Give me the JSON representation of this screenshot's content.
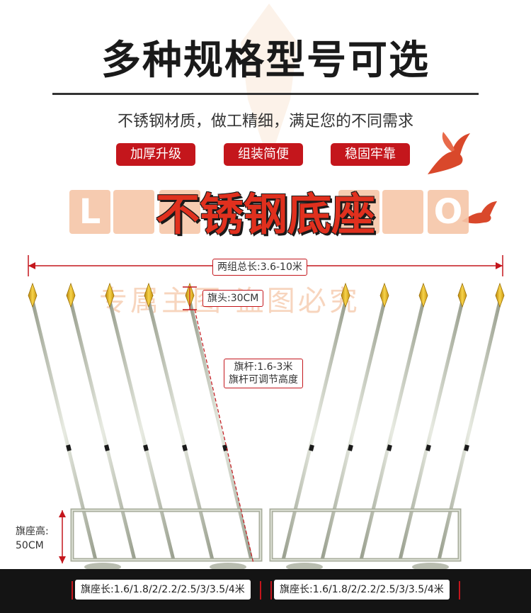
{
  "title": "多种规格型号可选",
  "subtitle": "不锈钢材质，做工精细，满足您的不同需求",
  "tags": [
    "加厚升级",
    "组装简便",
    "稳固牢靠"
  ],
  "headline": "不锈钢底座",
  "watermark_letters": [
    "L",
    "O"
  ],
  "watermark_text": "专属主图 盗图必究",
  "total_length_label": "两组总长:3.6-10米",
  "flag_head_label": "旗头:30CM",
  "pole_label_line1": "旗杆:1.6-3米",
  "pole_label_line2": "旗杆可调节高度",
  "base_height_line1": "旗座高:",
  "base_height_line2": "50CM",
  "base_length_left": "旗座长:1.6/1.8/2/2.2/2.5/3/3.5/4米",
  "base_length_right": "旗座长:1.6/1.8/2/2.2/2.5/3/3.5/4米",
  "colors": {
    "red": "#c4161c",
    "headline_red": "#e0301e",
    "gold": "#e8b21c",
    "pole": "#c8ccbf"
  }
}
